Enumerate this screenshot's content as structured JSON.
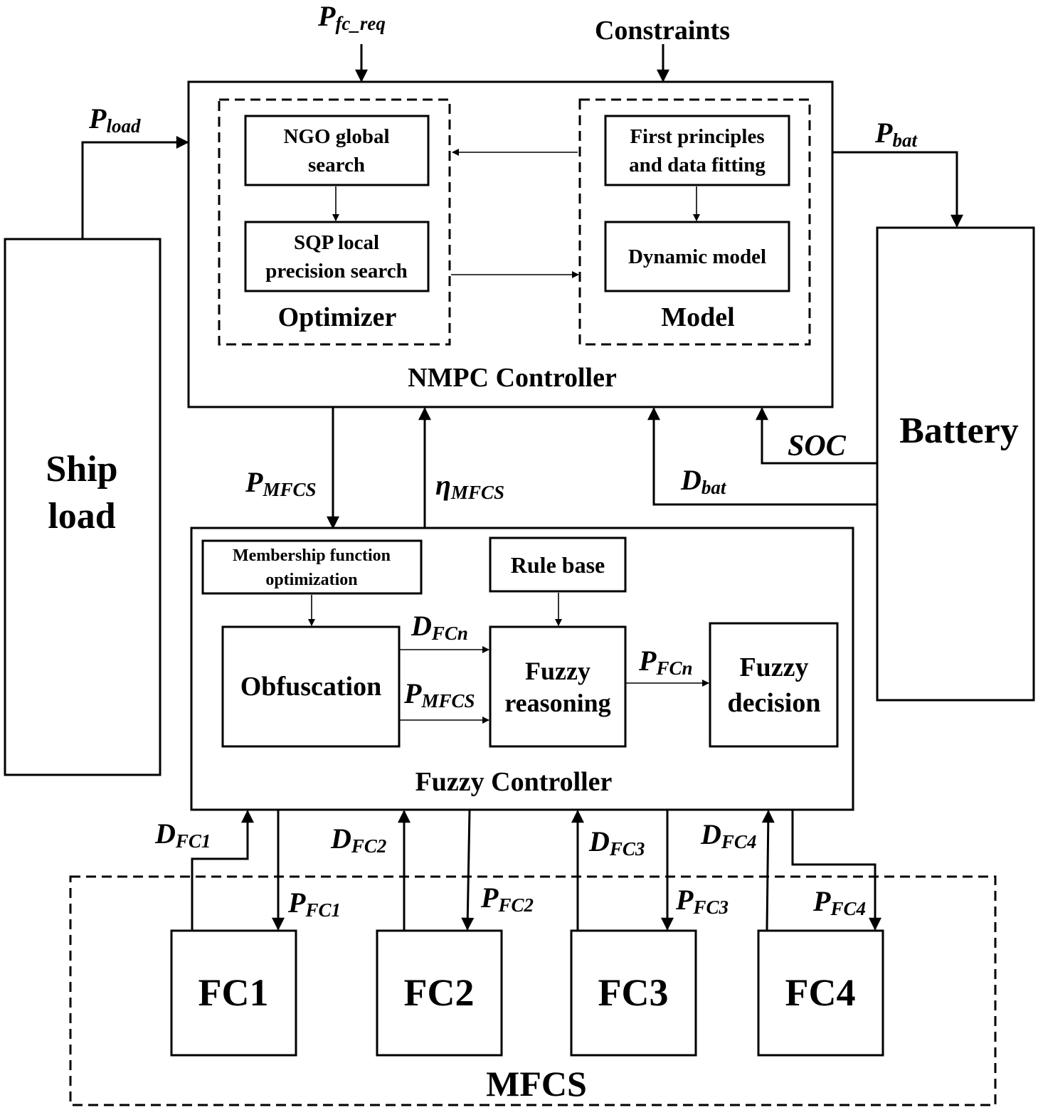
{
  "inputs": {
    "pfc_req": {
      "main": "P",
      "sub": "fc_req"
    },
    "constraints": "Constraints",
    "pload": {
      "main": "P",
      "sub": "load"
    },
    "pbat": {
      "main": "P",
      "sub": "bat"
    }
  },
  "nmpc": {
    "title": "NMPC Controller",
    "optimizer": {
      "label": "Optimizer",
      "ngo": [
        "NGO global",
        "search"
      ],
      "sqp": [
        "SQP local",
        "precision search"
      ]
    },
    "model": {
      "label": "Model",
      "first_principles": [
        "First principles",
        "and data fitting"
      ],
      "dynamic": "Dynamic model"
    }
  },
  "ship_load": [
    "Ship",
    "load"
  ],
  "battery": "Battery",
  "signals": {
    "soc": "SOC",
    "dbat": {
      "main": "D",
      "sub": "bat"
    },
    "pmfcs": {
      "main": "P",
      "sub": "MFCS"
    },
    "eta": {
      "main": "η",
      "sub": "MFCS"
    }
  },
  "fuzzy": {
    "title": "Fuzzy Controller",
    "membership": [
      "Membership function",
      "optimization"
    ],
    "rule_base": "Rule base",
    "obfuscation": "Obfuscation",
    "reasoning": [
      "Fuzzy",
      "reasoning"
    ],
    "decision": [
      "Fuzzy",
      "decision"
    ],
    "dfcn": {
      "main": "D",
      "sub": "FCn"
    },
    "pmfcs_inner": {
      "main": "P",
      "sub": "MFCS"
    },
    "pfcn": {
      "main": "P",
      "sub": "FCn"
    }
  },
  "mfcs": {
    "label": "MFCS",
    "units": [
      {
        "name": "FC1",
        "d": {
          "main": "D",
          "sub": "FC1"
        },
        "p": {
          "main": "P",
          "sub": "FC1"
        }
      },
      {
        "name": "FC2",
        "d": {
          "main": "D",
          "sub": "FC2"
        },
        "p": {
          "main": "P",
          "sub": "FC2"
        }
      },
      {
        "name": "FC3",
        "d": {
          "main": "D",
          "sub": "FC3"
        },
        "p": {
          "main": "P",
          "sub": "FC3"
        }
      },
      {
        "name": "FC4",
        "d": {
          "main": "D",
          "sub": "FC4"
        },
        "p": {
          "main": "P",
          "sub": "FC4"
        }
      }
    ]
  }
}
